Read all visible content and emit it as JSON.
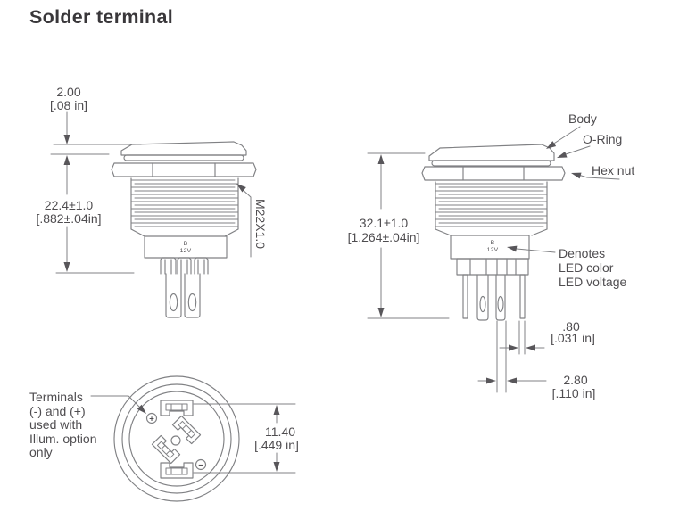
{
  "title": "Solder terminal",
  "colors": {
    "line": "#808184",
    "text": "#4f4d50",
    "title": "#39373a",
    "arrow": "#58565a"
  },
  "left_view": {
    "cap_height": {
      "mm": "2.00",
      "inch": "[.08 in]"
    },
    "body_length": {
      "mm": "22.4±1.0",
      "inch": "[.882±.04in]"
    },
    "thread_spec": "M22X1.0",
    "marking": {
      "color_code": "B",
      "voltage": "12V"
    }
  },
  "right_view": {
    "overall_length": {
      "mm": "32.1±1.0",
      "inch": "[1.264±.04in]"
    },
    "labels": {
      "body": "Body",
      "o_ring": "O-Ring",
      "hex_nut": "Hex nut"
    },
    "marking": {
      "color_code": "B",
      "voltage": "12V"
    },
    "marking_note": {
      "line1": "Denotes",
      "line2": "LED color",
      "line3": "LED voltage"
    },
    "pin_thickness": {
      "mm": ".80",
      "inch": "[.031 in]"
    },
    "pin_spacing": {
      "mm": "2.80",
      "inch": "[.110 in]"
    }
  },
  "bottom_view": {
    "note": {
      "line1": "Terminals",
      "line2": "(-) and (+)",
      "line3": "used with",
      "line4": "Illum. option",
      "line5": "only"
    },
    "terminal_span": {
      "mm": "11.40",
      "inch": "[.449 in]"
    },
    "positive": "+",
    "negative": "−"
  }
}
